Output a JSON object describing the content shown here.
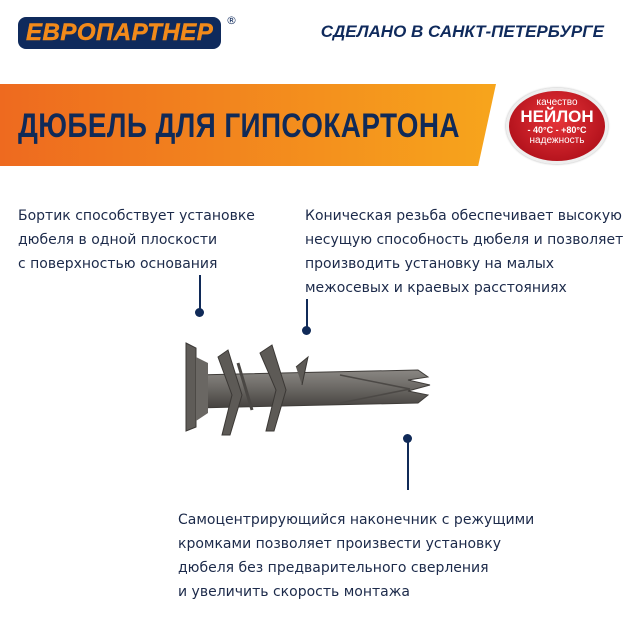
{
  "header": {
    "logo_text": "ЕВРОПАРТНЕР",
    "registered": "®",
    "made_in": "СДЕЛАНО В САНКТ-ПЕТЕРБУРГЕ"
  },
  "banner": {
    "title": "ДЮБЕЛЬ ДЛЯ ГИПСОКАРТОНА",
    "colors": [
      "#ee6a1f",
      "#f7a51c"
    ]
  },
  "badge": {
    "top": "качество",
    "material": "НЕЙЛОН",
    "temp": "- 40°C - +80°C",
    "bottom": "надежность",
    "color": "#c8161f"
  },
  "callouts": {
    "flange": [
      "Бортик способствует установке",
      "дюбеля в одной плоскости",
      "с поверхностью основания"
    ],
    "thread": [
      "Коническая резьба обеспечивает высокую",
      "несущую способность дюбеля и позволяет",
      "производить установку на малых",
      "межосевых и краевых расстояниях"
    ],
    "tip": [
      "Самоцентрирующийся наконечник с режущими",
      "кромками позволяет произвести установку",
      "дюбеля без предварительного сверления",
      "и увеличить скорость монтажа"
    ]
  },
  "accent": "#102a58"
}
